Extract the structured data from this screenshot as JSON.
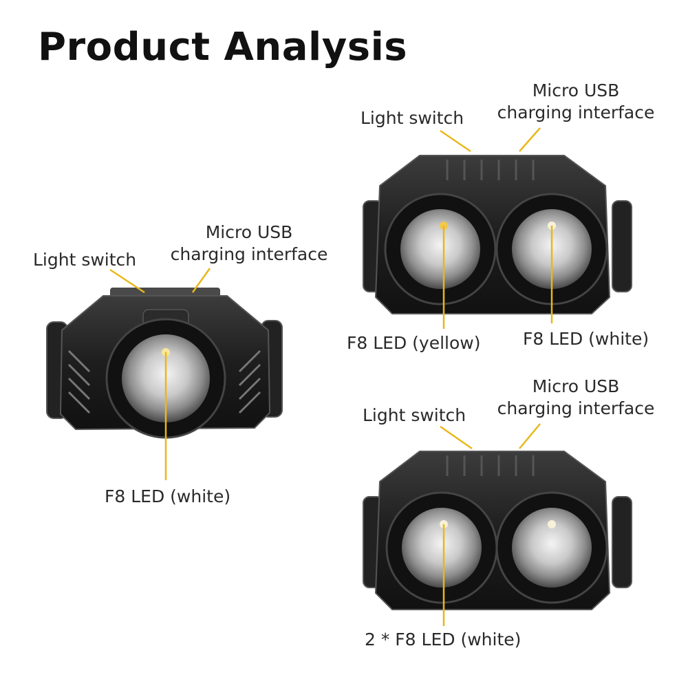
{
  "title": "Product Analysis",
  "products": [
    {
      "switch_label": "Light switch",
      "usb_label_line1": "Micro USB",
      "usb_label_line2": "charging interface",
      "led_label": "F8 LED (white)"
    },
    {
      "switch_label": "Light switch",
      "usb_label_line1": "Micro USB",
      "usb_label_line2": "charging interface",
      "led_left_label": "F8 LED (yellow)",
      "led_right_label": "F8 LED (white)"
    },
    {
      "switch_label": "Light switch",
      "usb_label_line1": "Micro USB",
      "usb_label_line2": "charging interface",
      "led_label": "2 * F8 LED (white)"
    }
  ],
  "colors": {
    "leader": "#e8b81a",
    "body": "#1c1c1c",
    "body_light": "#3a3a3a",
    "lens": "#dcdcdc"
  },
  "icons": [
    "single-headlamp-icon",
    "dual-headlamp-icon"
  ]
}
